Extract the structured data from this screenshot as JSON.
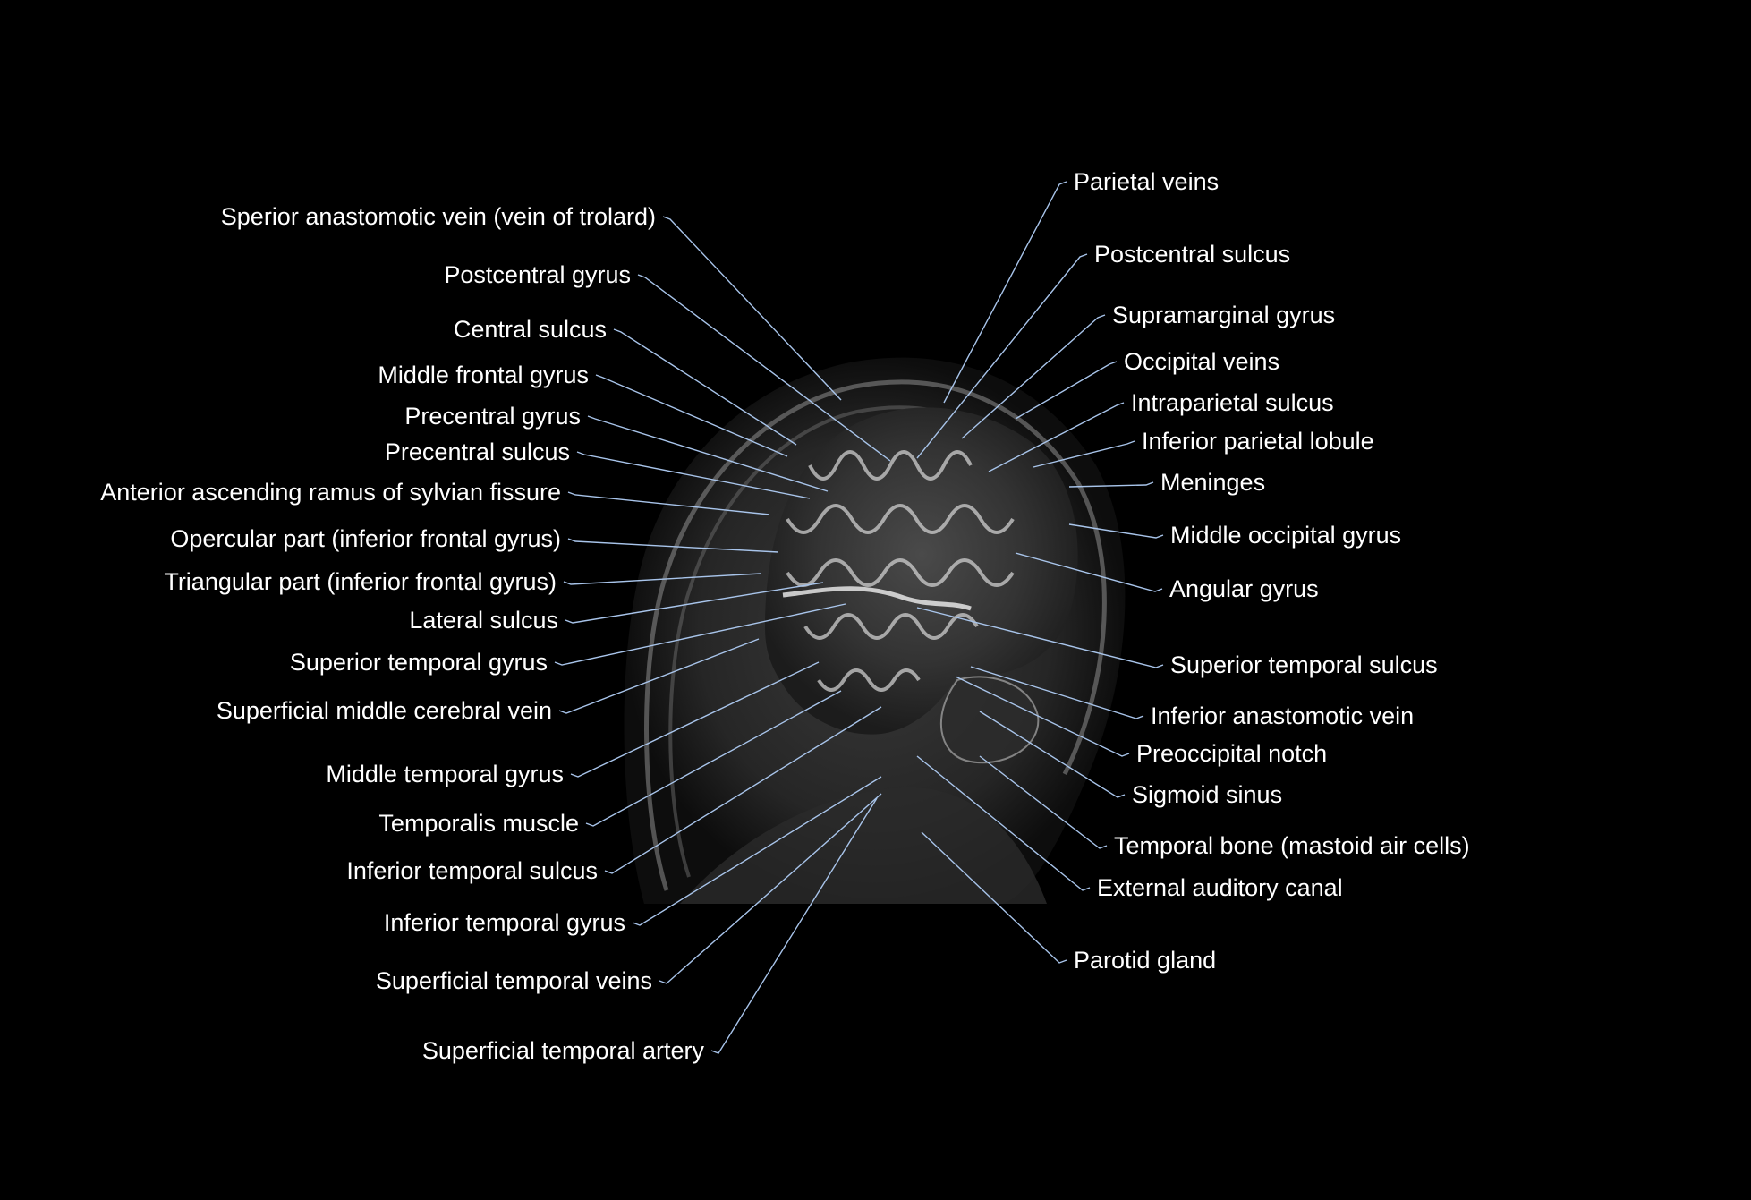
{
  "colors": {
    "background": "#000000",
    "label_text": "#ffffff",
    "leader_line": "#a8c4ea"
  },
  "image": {
    "modality": "MRI brain, sagittal slice"
  },
  "labels": {
    "left": [
      "Sperior anastomotic vein (vein of trolard)",
      "Postcentral gyrus",
      "Central sulcus",
      "Middle frontal gyrus",
      "Precentral gyrus",
      "Precentral sulcus",
      "Anterior ascending ramus of sylvian fissure",
      "Opercular part (inferior frontal gyrus)",
      "Triangular part (inferior frontal gyrus)",
      "Lateral sulcus",
      "Superior temporal gyrus",
      "Superficial middle cerebral vein",
      "Middle temporal gyrus",
      "Temporalis muscle",
      "Inferior temporal sulcus",
      "Inferior temporal gyrus",
      "Superficial temporal veins",
      "Superficial temporal artery"
    ],
    "right": [
      "Parietal veins",
      "Postcentral sulcus",
      "Supramarginal gyrus",
      "Occipital veins",
      "Intraparietal sulcus",
      "Inferior parietal lobule",
      "Meninges",
      "Middle occipital gyrus",
      "Angular gyrus",
      "Superior temporal sulcus",
      "Inferior anastomotic vein",
      "Preoccipital notch",
      "Sigmoid sinus",
      "Temporal bone (mastoid air cells)",
      "External auditory canal",
      "Parotid gland"
    ]
  }
}
